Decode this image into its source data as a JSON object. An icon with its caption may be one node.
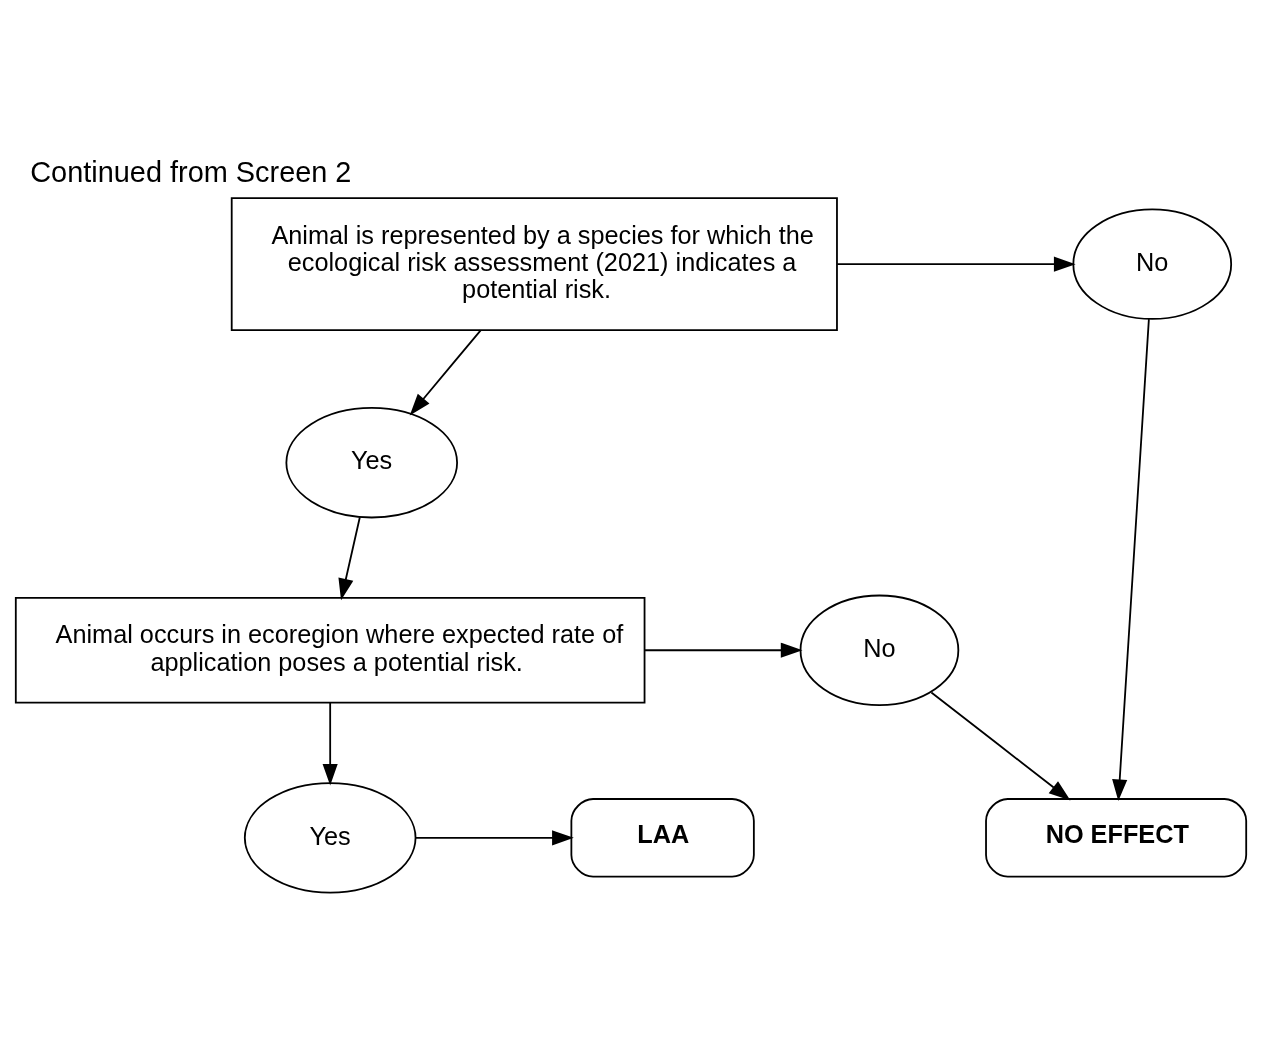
{
  "diagram": {
    "title": "Continued from Screen 2",
    "nodes": [
      {
        "text": [
          "Animal is represented by a species for which the ecological risk assessment (2021) indicates a potential risk."
        ]
      },
      {
        "text": [
          "No"
        ]
      },
      {
        "text": [
          "Yes"
        ]
      },
      {
        "text": [
          "NO EFFECT"
        ]
      },
      {
        "text": [
          "Animal occurs in ecoregion where expected rate of application poses a potential risk."
        ]
      },
      {
        "text": [
          "No"
        ]
      },
      {
        "text": [
          "Yes"
        ]
      },
      {
        "text": [
          "LAA"
        ]
      }
    ],
    "edges": [
      {
        "from": 0,
        "to": 1,
        "arrow": "to"
      },
      {
        "from": 0,
        "to": 2,
        "arrow": "to"
      },
      {
        "from": 1,
        "to": 3,
        "arrow": "to"
      },
      {
        "from": 2,
        "to": 4,
        "arrow": "to"
      },
      {
        "from": 4,
        "to": 5,
        "arrow": "to"
      },
      {
        "from": 5,
        "to": 3,
        "arrow": "to"
      },
      {
        "from": 4,
        "to": 6,
        "arrow": "to"
      },
      {
        "from": 6,
        "to": 7,
        "arrow": "to"
      }
    ]
  }
}
